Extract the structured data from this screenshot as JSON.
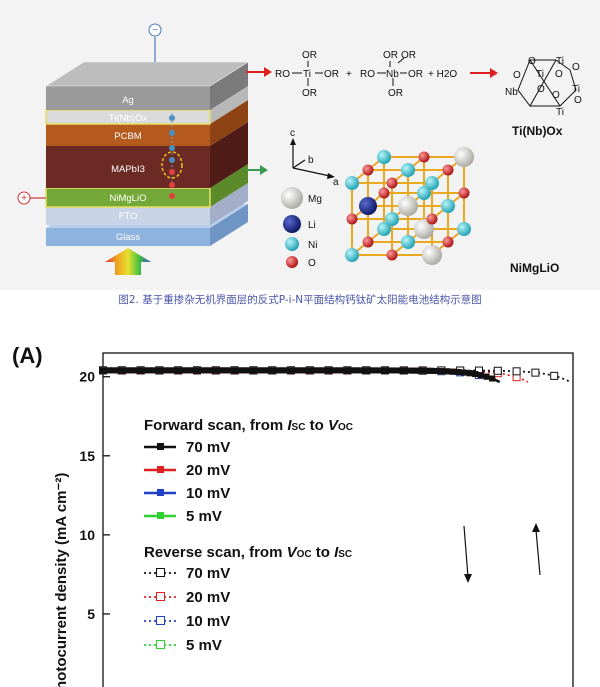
{
  "schematic": {
    "layers": [
      {
        "name": "Ag",
        "color": "#9a9a9a"
      },
      {
        "name": "Ti(Nb)Ox",
        "color": "#d8d8d8"
      },
      {
        "name": "PCBM",
        "color": "#b55a1e"
      },
      {
        "name": "MAPbI3",
        "color": "#6b2a24"
      },
      {
        "name": "NiMgLiO",
        "color": "#74a93a"
      },
      {
        "name": "FTO",
        "color": "#c9d3e6"
      },
      {
        "name": "Glass",
        "color": "#8eb3de"
      }
    ],
    "minus_symbol": "−",
    "plus_symbol": "+",
    "reaction": {
      "alkoxide_ti_groups": [
        "OR",
        "OR",
        "RO",
        "Ti",
        "OR"
      ],
      "plus1": "+",
      "alkoxide_nb_groups": [
        "OR",
        "OR",
        "RO",
        "Nb",
        "OR",
        "OR"
      ],
      "water": "+ H2O",
      "product_label": "Ti(Nb)Ox",
      "cluster_atoms": [
        "O",
        "Ti",
        "O",
        "Ti",
        "O",
        "O",
        "Nb",
        "O",
        "O",
        "Ti",
        "O",
        "Ti"
      ]
    },
    "crystal": {
      "axes": [
        "c",
        "b",
        "a"
      ],
      "legend": [
        "Mg",
        "Li",
        "Ni",
        "O"
      ],
      "legend_colors": [
        "#e8e8e0",
        "#1a2a8c",
        "#39c6d6",
        "#d42020"
      ],
      "label": "NiMgLiO"
    }
  },
  "caption": "图2. 基于重掺杂无机界面层的反式P-i-N平面结构钙钛矿太阳能电池结构示意图",
  "panel_label": "(A)",
  "chart_data": {
    "type": "line",
    "ylabel": "hotocurrent density (mA cm⁻²)",
    "yticks": [
      5,
      10,
      15,
      20
    ],
    "ylim": [
      0,
      21.5
    ],
    "legend": {
      "forward_title": [
        "Forward scan, from ",
        "I",
        "SC",
        " to ",
        "V",
        "OC"
      ],
      "reverse_title": [
        "Reverse scan, from ",
        "V",
        "OC",
        " to ",
        "I",
        "SC"
      ],
      "forward_items": [
        "70 mV",
        "20 mV",
        "10 mV",
        "5 mV"
      ],
      "reverse_items": [
        "70 mV",
        "20 mV",
        "10 mV",
        "5 mV"
      ]
    },
    "series": [
      {
        "name": "70 mV",
        "scan": "forward",
        "color": "#111111"
      },
      {
        "name": "20 mV",
        "scan": "forward",
        "color": "#e02020"
      },
      {
        "name": "10 mV",
        "scan": "forward",
        "color": "#2040c8"
      },
      {
        "name": "5 mV",
        "scan": "forward",
        "color": "#30d030"
      },
      {
        "name": "70 mV",
        "scan": "reverse",
        "color": "#111111"
      },
      {
        "name": "20 mV",
        "scan": "reverse",
        "color": "#e02020"
      },
      {
        "name": "10 mV",
        "scan": "reverse",
        "color": "#2040c8"
      },
      {
        "name": "5 mV",
        "scan": "reverse",
        "color": "#30d030"
      }
    ]
  }
}
